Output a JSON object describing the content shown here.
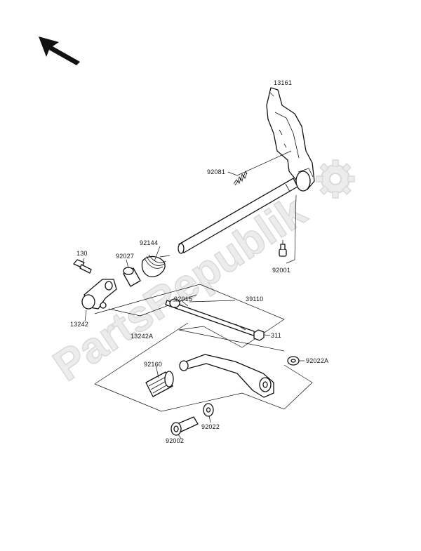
{
  "watermark": {
    "text": "PartsRepublik",
    "color": "#d9d9d9"
  },
  "icons": {
    "direction_arrow": "arrow-up-left-icon",
    "watermark_gear": "gear-icon"
  },
  "part_labels": [
    {
      "id": "p13161",
      "text": "13161"
    },
    {
      "id": "p92081",
      "text": "92081"
    },
    {
      "id": "p92001",
      "text": "92001"
    },
    {
      "id": "p130",
      "text": "130"
    },
    {
      "id": "p92144",
      "text": "92144"
    },
    {
      "id": "p92027",
      "text": "92027"
    },
    {
      "id": "p92015",
      "text": "92015"
    },
    {
      "id": "p39110",
      "text": "39110"
    },
    {
      "id": "p13242",
      "text": "13242"
    },
    {
      "id": "p13242A",
      "text": "13242A"
    },
    {
      "id": "p311",
      "text": "311"
    },
    {
      "id": "p92160",
      "text": "92160"
    },
    {
      "id": "p92022A",
      "text": "92022A"
    },
    {
      "id": "p92022",
      "text": "92022"
    },
    {
      "id": "p92002",
      "text": "92002"
    }
  ]
}
